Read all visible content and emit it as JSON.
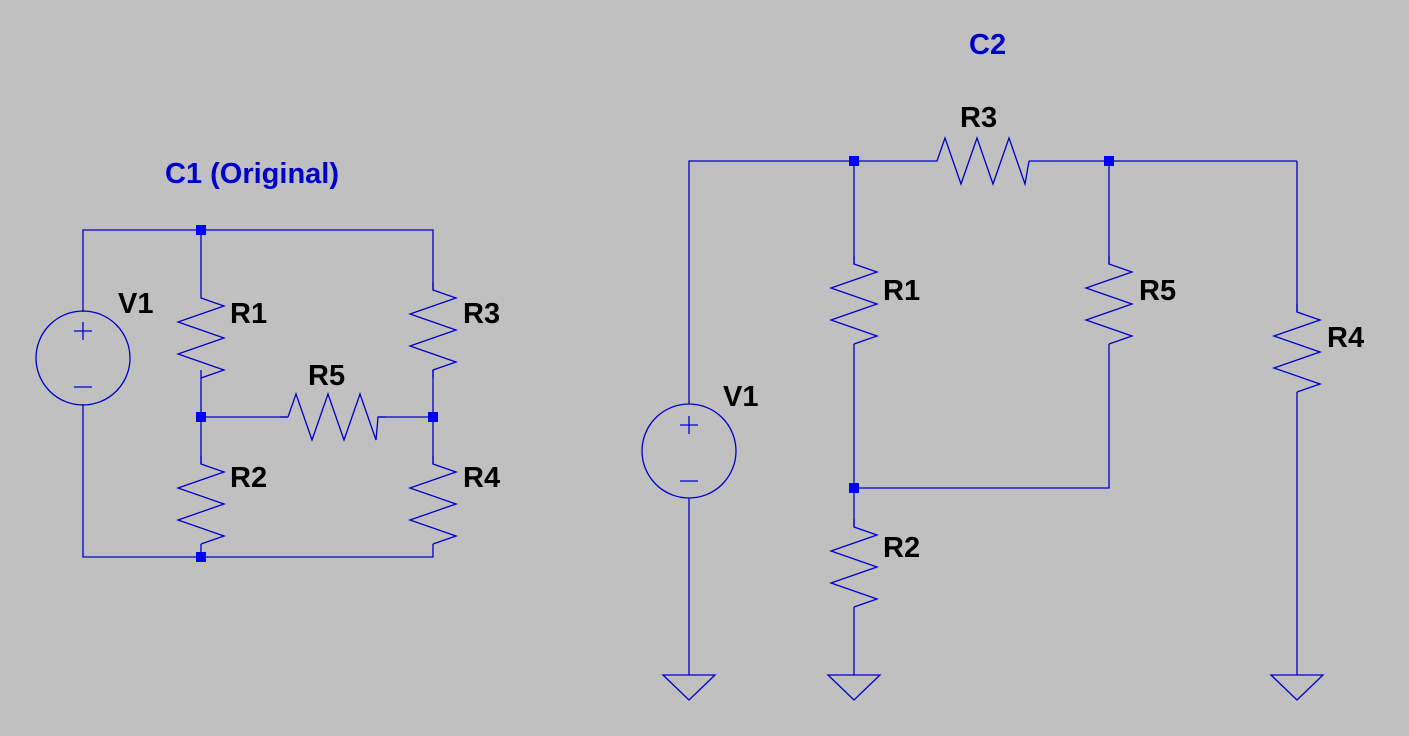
{
  "circuit1": {
    "title": "C1 (Original)",
    "labels": {
      "V1": "V1",
      "R1": "R1",
      "R2": "R2",
      "R3": "R3",
      "R4": "R4",
      "R5": "R5"
    }
  },
  "circuit2": {
    "title": "C2",
    "labels": {
      "V1": "V1",
      "R1": "R1",
      "R2": "R2",
      "R3": "R3",
      "R4": "R4",
      "R5": "R5"
    }
  },
  "colors": {
    "background": "#c0c0c0",
    "wire": "#0000cc",
    "node": "#0000ff",
    "label": "#000000",
    "title": "#0000cc"
  }
}
